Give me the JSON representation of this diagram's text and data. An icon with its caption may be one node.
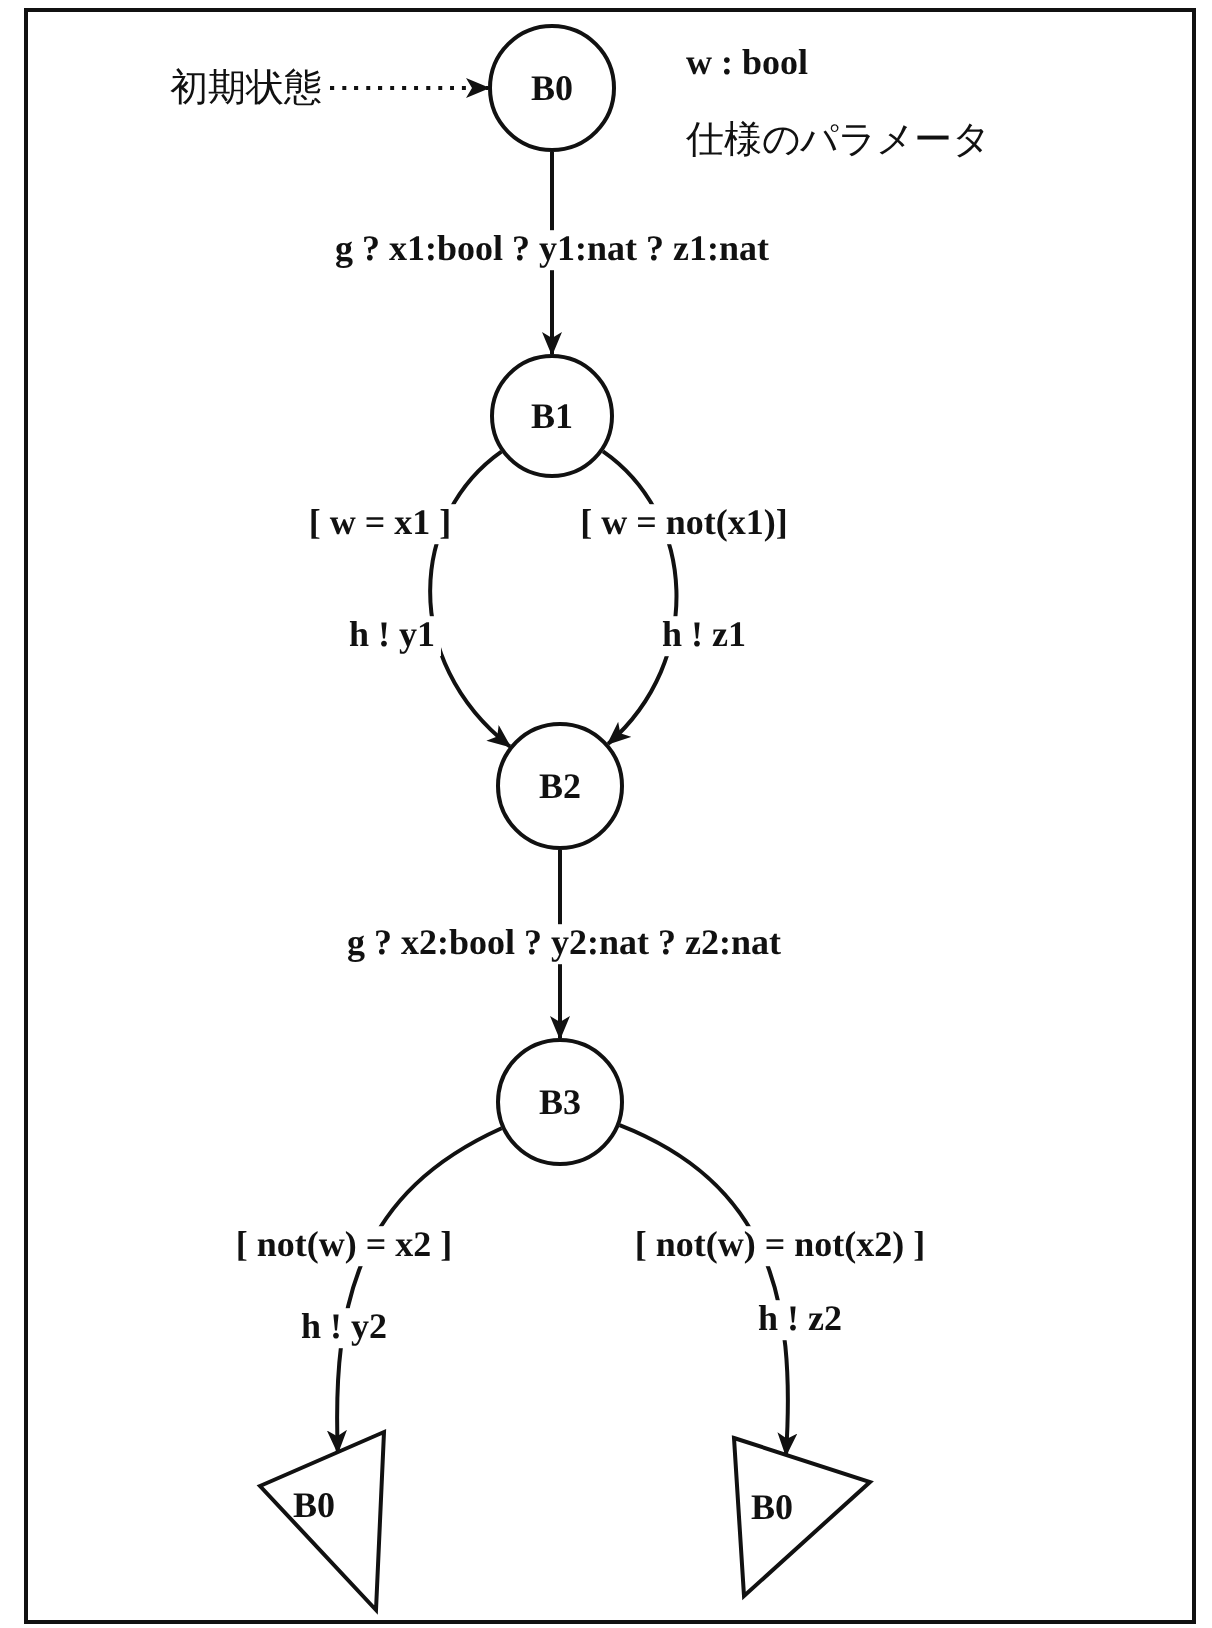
{
  "diagram": {
    "nodes": [
      {
        "text": [
          "初期状態"
        ]
      },
      {
        "text": [
          "B0"
        ]
      },
      {
        "text": [
          "B1"
        ]
      },
      {
        "text": [
          "B2"
        ]
      },
      {
        "text": [
          "B3"
        ]
      },
      {
        "text": [
          "B0"
        ]
      },
      {
        "text": [
          "B0"
        ]
      }
    ],
    "edges": [
      {
        "from": 0,
        "to": 1,
        "arrow": "to",
        "style": "dashed"
      },
      {
        "from": 1,
        "to": 2,
        "arrow": "to",
        "label": "g ? x1:bool ? y1:nat ? z1:nat"
      },
      {
        "from": 2,
        "to": 3,
        "arrow": "to",
        "label": "[ w = x1 ]"
      },
      {
        "from": 2,
        "to": 3,
        "arrow": "to",
        "label": "[ w = not(x1)]"
      },
      {
        "from": 3,
        "to": 4,
        "arrow": "to",
        "label": "g ? x2:bool ? y2:nat ? z2:nat"
      },
      {
        "from": 4,
        "to": 5,
        "arrow": "to",
        "label": "[ not(w) = x2 ]"
      },
      {
        "from": 4,
        "to": 6,
        "arrow": "to",
        "label": "[ not(w) = not(x2) ]"
      }
    ],
    "labels": [
      "w : bool",
      "仕様のパラメータ",
      "h ! y1",
      "h ! z1",
      "h ! y2",
      "h ! z2"
    ]
  }
}
